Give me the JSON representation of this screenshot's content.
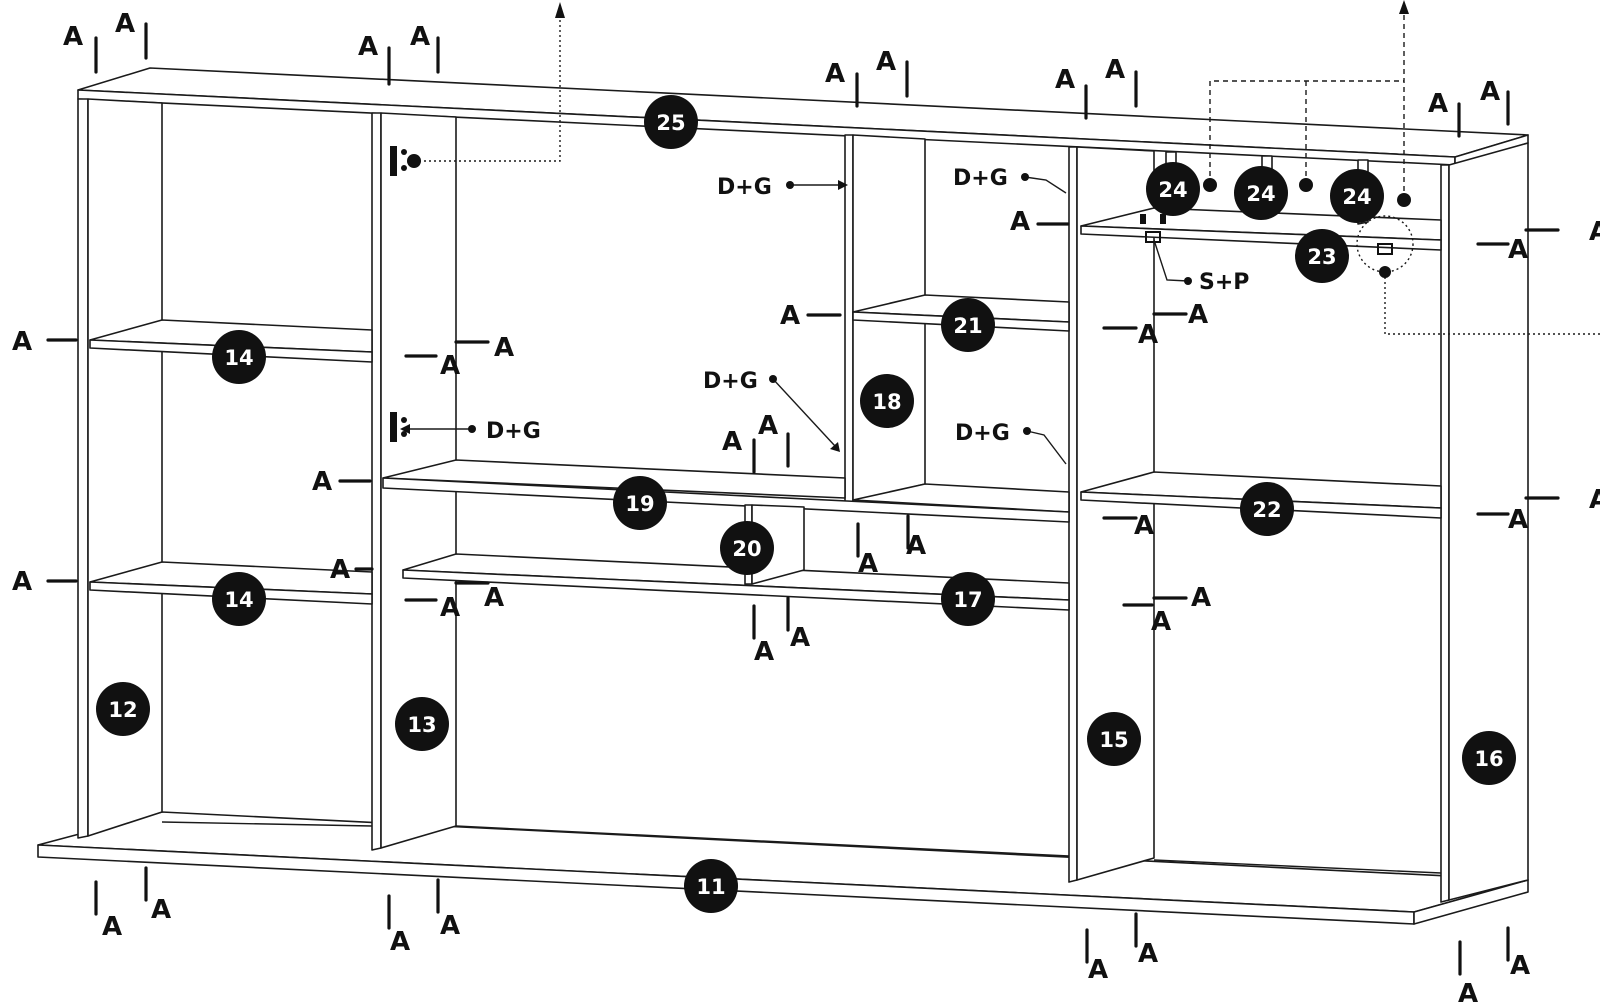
{
  "diagram": {
    "fastener_label": "A",
    "callouts": {
      "dowel_glue": "D+G",
      "screw_plug": "S+P"
    },
    "parts": {
      "top_panel": "25",
      "bottom_panel": "11",
      "left_side": "12",
      "divider_left": "13",
      "shelf_left_upper": "14",
      "shelf_left_lower": "14",
      "divider_right": "15",
      "right_side": "16",
      "shelf_center_lower": "17",
      "divider_center": "18",
      "shelf_center_middle": "19",
      "small_divider": "20",
      "shelf_center_upper": "21",
      "shelf_right_middle": "22",
      "shelf_right_top": "23",
      "mini_divider_1": "24",
      "mini_divider_2": "24",
      "mini_divider_3": "24"
    }
  }
}
